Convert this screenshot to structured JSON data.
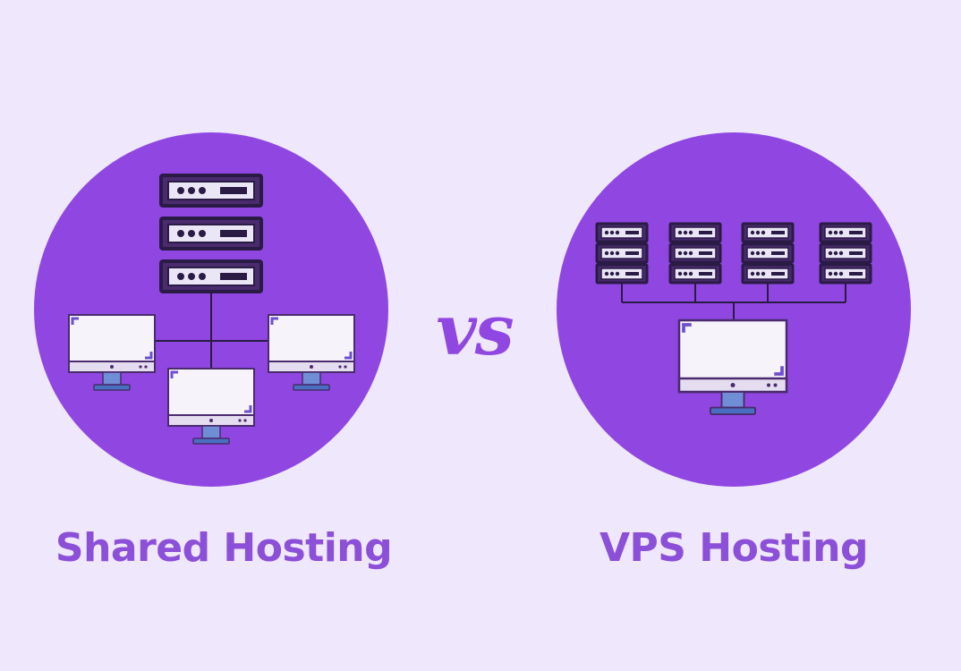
{
  "shared": {
    "label": "Shared Hosting",
    "server_count": 1,
    "client_count": 3
  },
  "vps": {
    "label": "VPS Hosting",
    "server_count": 4,
    "client_count": 1
  },
  "vs": "vs",
  "colors": {
    "background": "#efe7fb",
    "circle": "#9047e2",
    "server_fill": "#4a2b6e",
    "server_dark": "#2a1b45",
    "screen": "#f6f3fb",
    "stand": "#6f8ed6",
    "label": "#8c4fd8"
  }
}
